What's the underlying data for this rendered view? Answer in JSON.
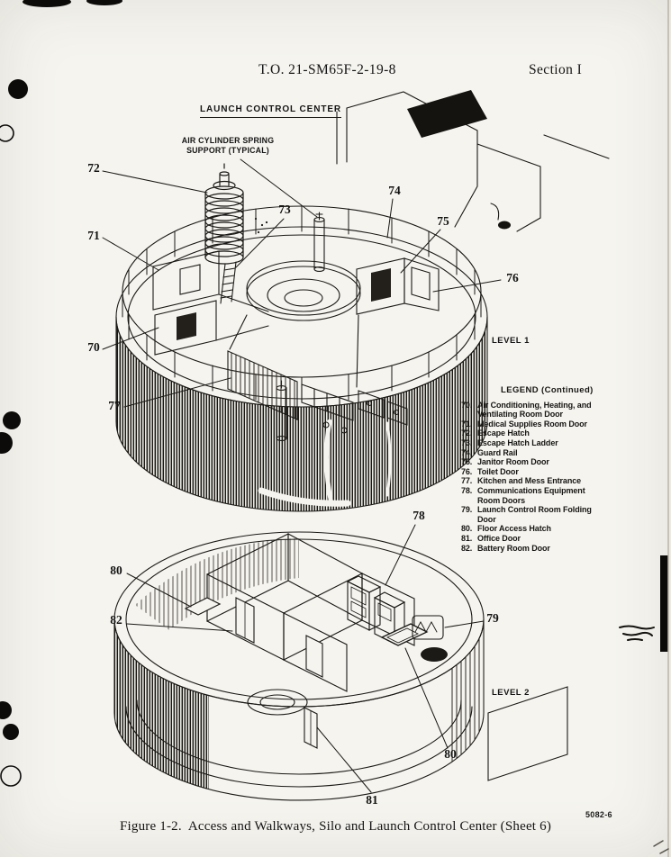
{
  "header": {
    "doc_number": "T.O. 21-SM65F-2-19-8",
    "section": "Section I"
  },
  "figure": {
    "labels": {
      "launch_control_center": "LAUNCH CONTROL CENTER",
      "air_cylinder_support": "AIR CYLINDER SPRING SUPPORT (TYPICAL)",
      "level1": "LEVEL 1",
      "level2": "LEVEL 2"
    },
    "drawing_number": "5082-6",
    "caption": "Figure 1-2.  Access and Walkways, Silo and Launch Control Center (Sheet 6)"
  },
  "callouts": {
    "c70": "70",
    "c71": "71",
    "c72": "72",
    "c73": "73",
    "c74": "74",
    "c75": "75",
    "c76": "76",
    "c77": "77",
    "c78": "78",
    "c79": "79",
    "c80": "80",
    "c81": "81",
    "c82": "82"
  },
  "legend": {
    "title": "LEGEND (Continued)",
    "items": [
      {
        "num": "70.",
        "text": "Air Conditioning, Heating, and\nVentilating Room Door"
      },
      {
        "num": "71.",
        "text": "Medical Supplies Room Door"
      },
      {
        "num": "72.",
        "text": "Escape Hatch"
      },
      {
        "num": "73.",
        "text": "Escape Hatch Ladder"
      },
      {
        "num": "74.",
        "text": "Guard Rail"
      },
      {
        "num": "75.",
        "text": "Janitor Room Door"
      },
      {
        "num": "76.",
        "text": "Toilet Door"
      },
      {
        "num": "77.",
        "text": "Kitchen and Mess Entrance"
      },
      {
        "num": "78.",
        "text": "Communications Equipment\nRoom Doors"
      },
      {
        "num": "79.",
        "text": "Launch Control Room Folding\nDoor"
      },
      {
        "num": "80.",
        "text": "Floor Access Hatch"
      },
      {
        "num": "81.",
        "text": "Office Door"
      },
      {
        "num": "82.",
        "text": "Battery Room Door"
      }
    ]
  }
}
